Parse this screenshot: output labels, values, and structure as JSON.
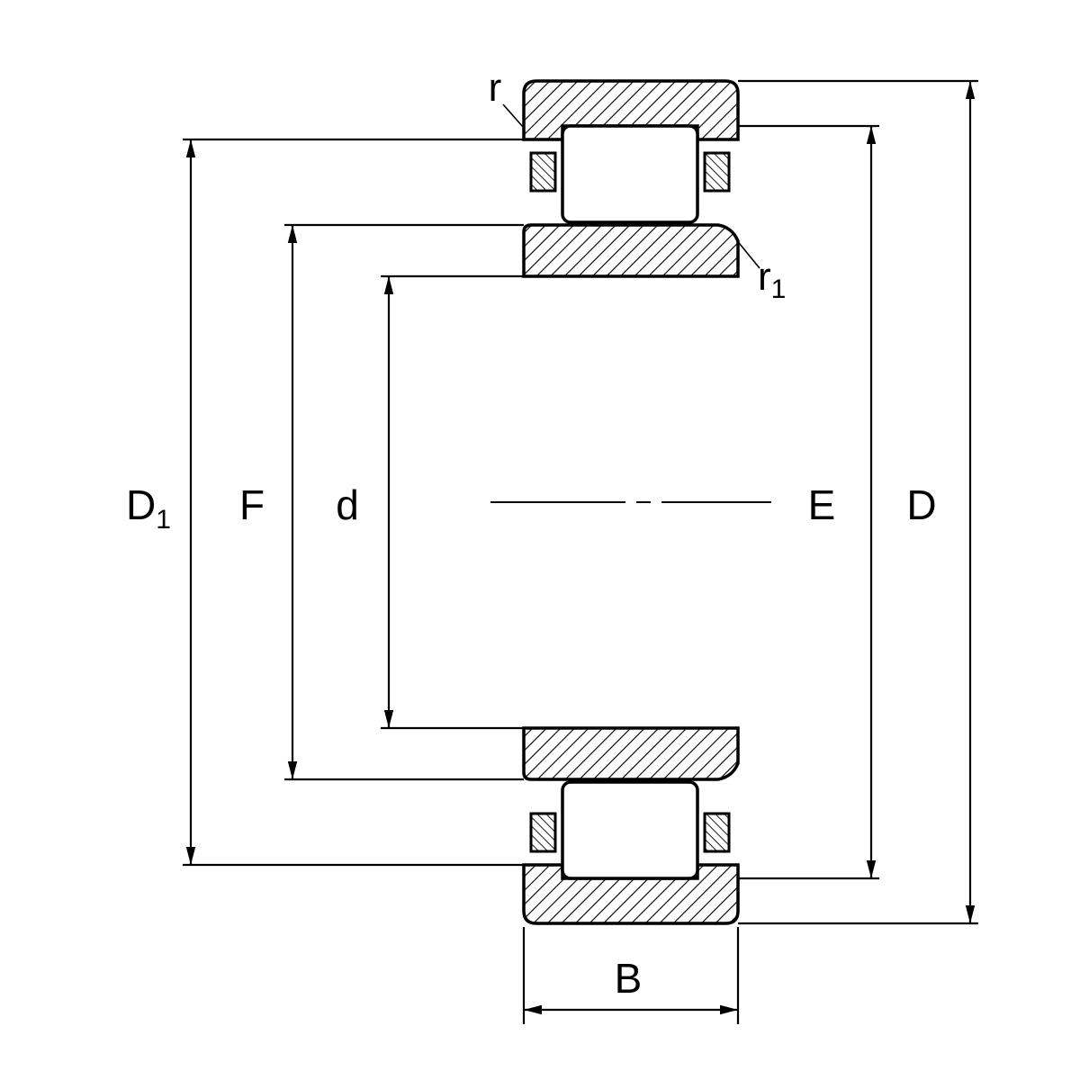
{
  "diagram": {
    "background": "#ffffff",
    "line_color": "#000000",
    "labels": {
      "r": "r",
      "r1_base": "r",
      "r1_sub": "1",
      "D1_base": "D",
      "D1_sub": "1",
      "F": "F",
      "d": "d",
      "E": "E",
      "D": "D",
      "B": "B"
    }
  }
}
